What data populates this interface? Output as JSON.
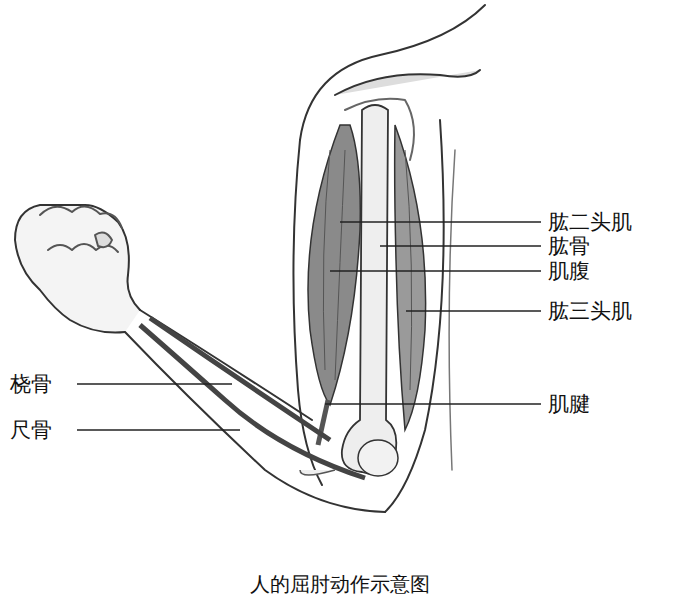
{
  "diagram": {
    "caption": "人的屈肘动作示意图",
    "labels": [
      "肱二头肌",
      "肱骨",
      "肌腹",
      "肱三头肌",
      "桡骨",
      "肌腱",
      "尺骨"
    ]
  }
}
